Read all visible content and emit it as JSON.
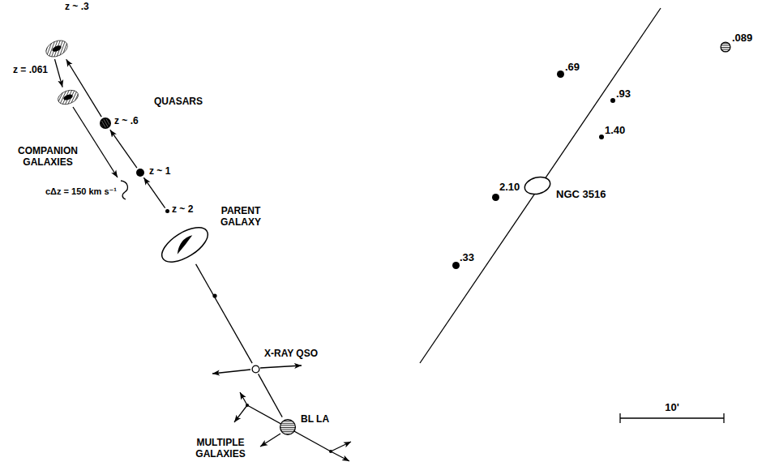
{
  "diagram": {
    "nodes": [
      {
        "text": [
          "z ~ .3"
        ]
      },
      {
        "text": [
          "z = .061"
        ]
      },
      {
        "text": [
          "z ~ .6"
        ]
      },
      {
        "text": [
          "z ~ 1"
        ]
      },
      {
        "text": [
          "z ~ 2"
        ]
      },
      {
        "text": [
          "PARENT GALAXY"
        ]
      },
      {
        "text": [
          "X-RAY QSO"
        ]
      },
      {
        "text": [
          "BL LA"
        ]
      },
      {
        "text": [
          ".089"
        ]
      },
      {
        "text": [
          ".69"
        ]
      },
      {
        "text": [
          ".93"
        ]
      },
      {
        "text": [
          "1.40"
        ]
      },
      {
        "text": [
          "2.10"
        ]
      },
      {
        "text": [
          "NGC 3516"
        ]
      },
      {
        "text": [
          ".33"
        ]
      }
    ],
    "edges": [
      {
        "from": 4,
        "to": 3,
        "arrow": "to"
      },
      {
        "from": 3,
        "to": 2,
        "arrow": "to"
      },
      {
        "from": 2,
        "to": 0,
        "arrow": "to"
      },
      {
        "from": 0,
        "to": 1,
        "arrow": "to"
      },
      {
        "from": 5,
        "to": 6,
        "arrow": "none"
      },
      {
        "from": 6,
        "to": 7,
        "arrow": "none"
      }
    ],
    "labels": [
      "QUASARS",
      "COMPANION GALAXIES",
      "cΔz = 150 km s⁻¹",
      "MULTIPLE GALAXIES",
      "10'"
    ]
  }
}
